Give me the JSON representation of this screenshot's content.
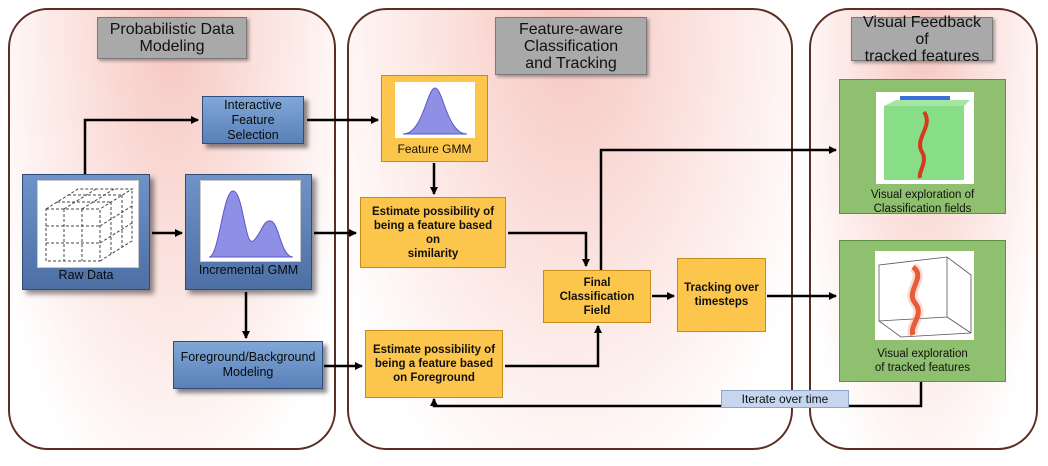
{
  "panels": {
    "left_title": "Probabilistic Data\nModeling",
    "middle_title": "Feature-aware\nClassification\nand Tracking",
    "right_title": "Visual Feedback of\ntracked features"
  },
  "nodes": {
    "interactive_feature_selection": "Interactive\nFeature\nSelection",
    "raw_data": "Raw Data",
    "incremental_gmm": "Incremental GMM",
    "foreground_background_modeling": "Foreground/Background\nModeling",
    "feature_gmm": "Feature GMM",
    "estimate_similarity": "Estimate possibility of\nbeing a feature based on\nsimilarity",
    "estimate_foreground": "Estimate possibility of\nbeing a feature based\non Foreground",
    "final_classification_field": "Final\nClassification\nField",
    "tracking_over_timesteps": "Tracking over\ntimesteps",
    "visual_exploration_classification": "Visual exploration of\nClassification fields",
    "visual_exploration_tracked": "Visual exploration\nof tracked features",
    "iterate_over_time": "Iterate over time"
  },
  "colors": {
    "panel_border": "#5a2f22",
    "header_fill": "#a9a9a9",
    "blue_box": "#5a80b8",
    "orange_box": "#fcc54c",
    "green_box": "#8fc06f",
    "iterate_label": "#c6d6ee"
  }
}
